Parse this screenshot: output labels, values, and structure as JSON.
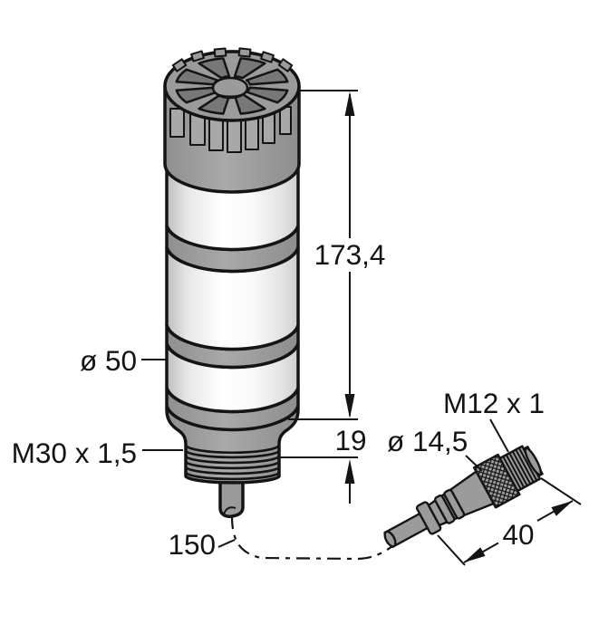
{
  "drawing": {
    "title": "tower-light-dimension-drawing",
    "labels": {
      "total_height": "173,4",
      "thread_length": "19",
      "body_diameter": "ø 50",
      "mounting_thread": "M30 x 1,5",
      "cable_length": "150",
      "connector_thread": "M12 x 1",
      "connector_diameter": "ø 14,5",
      "connector_length": "40"
    },
    "colors": {
      "outline": "#141414",
      "body_gray": "#9b9b9b",
      "dark_gray": "#777777",
      "slot_gray": "#a8a8a8",
      "white": "#ffffff"
    }
  }
}
